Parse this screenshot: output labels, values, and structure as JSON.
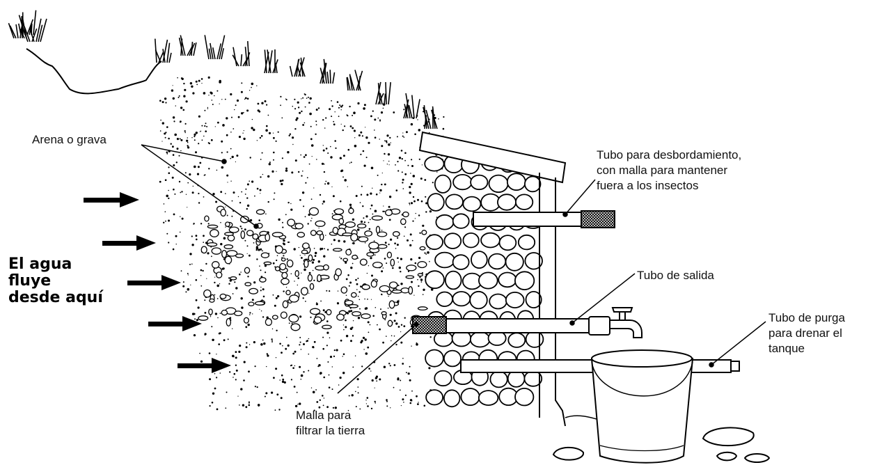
{
  "labels": {
    "sand": "Arena o grava",
    "overflow": "Tubo para desbordamiento,\ncon malla para mantener\nfuera a los insectos",
    "outlet": "Tubo de salida",
    "purge": "Tubo de purga\npara drenar el\ntanque",
    "screen": "Malla para\nfiltrar la tierra"
  },
  "flow_text": [
    "El agua",
    "fluye",
    "desde aquí"
  ],
  "colors": {
    "ink": "#111111",
    "paper": "#ffffff"
  }
}
